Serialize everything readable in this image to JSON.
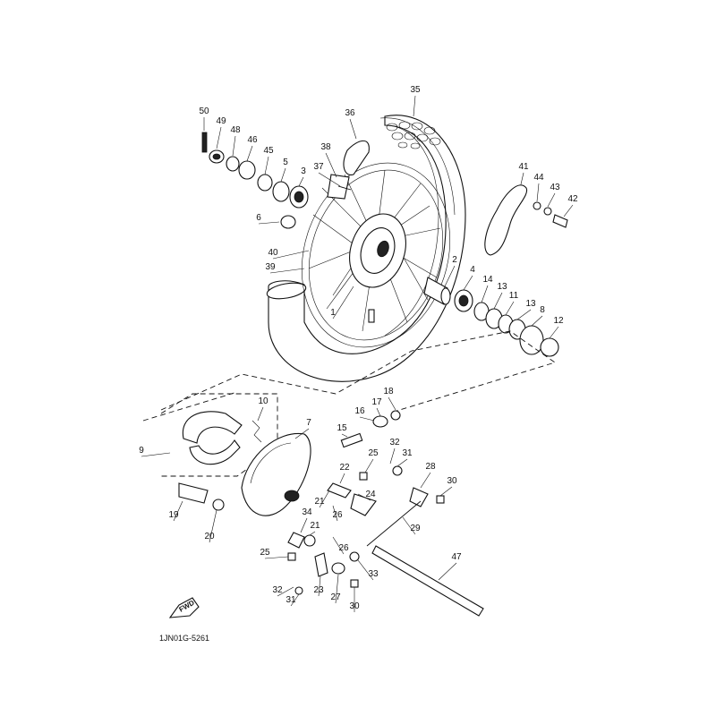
{
  "drawing_code": "1JN01G-5261",
  "fwd_label": "FWD",
  "callouts": [
    {
      "id": "c35",
      "text": "35"
    },
    {
      "id": "c36",
      "text": "36"
    },
    {
      "id": "c50",
      "text": "50"
    },
    {
      "id": "c49",
      "text": "49"
    },
    {
      "id": "c48",
      "text": "48"
    },
    {
      "id": "c46",
      "text": "46"
    },
    {
      "id": "c45",
      "text": "45"
    },
    {
      "id": "c5",
      "text": "5"
    },
    {
      "id": "c3",
      "text": "3"
    },
    {
      "id": "c38",
      "text": "38"
    },
    {
      "id": "c37",
      "text": "37"
    },
    {
      "id": "c6",
      "text": "6"
    },
    {
      "id": "c40",
      "text": "40"
    },
    {
      "id": "c39",
      "text": "39"
    },
    {
      "id": "c1",
      "text": "1"
    },
    {
      "id": "c2",
      "text": "2"
    },
    {
      "id": "c41",
      "text": "41"
    },
    {
      "id": "c44",
      "text": "44"
    },
    {
      "id": "c43",
      "text": "43"
    },
    {
      "id": "c42",
      "text": "42"
    },
    {
      "id": "c4",
      "text": "4"
    },
    {
      "id": "c14",
      "text": "14"
    },
    {
      "id": "c13a",
      "text": "13"
    },
    {
      "id": "c11",
      "text": "11"
    },
    {
      "id": "c13b",
      "text": "13"
    },
    {
      "id": "c8",
      "text": "8"
    },
    {
      "id": "c12",
      "text": "12"
    },
    {
      "id": "c18",
      "text": "18"
    },
    {
      "id": "c16",
      "text": "16"
    },
    {
      "id": "c17",
      "text": "17"
    },
    {
      "id": "c10",
      "text": "10"
    },
    {
      "id": "c7",
      "text": "7"
    },
    {
      "id": "c15",
      "text": "15"
    },
    {
      "id": "c9",
      "text": "9"
    },
    {
      "id": "c32a",
      "text": "32"
    },
    {
      "id": "c31a",
      "text": "31"
    },
    {
      "id": "c25a",
      "text": "25"
    },
    {
      "id": "c28",
      "text": "28"
    },
    {
      "id": "c30a",
      "text": "30"
    },
    {
      "id": "c22",
      "text": "22"
    },
    {
      "id": "c21a",
      "text": "21"
    },
    {
      "id": "c24",
      "text": "24"
    },
    {
      "id": "c26a",
      "text": "26"
    },
    {
      "id": "c34",
      "text": "34"
    },
    {
      "id": "c19",
      "text": "19"
    },
    {
      "id": "c20",
      "text": "20"
    },
    {
      "id": "c29",
      "text": "29"
    },
    {
      "id": "c21b",
      "text": "21"
    },
    {
      "id": "c26b",
      "text": "26"
    },
    {
      "id": "c25b",
      "text": "25"
    },
    {
      "id": "c47",
      "text": "47"
    },
    {
      "id": "c33",
      "text": "33"
    },
    {
      "id": "c32b",
      "text": "32"
    },
    {
      "id": "c23",
      "text": "23"
    },
    {
      "id": "c27",
      "text": "27"
    },
    {
      "id": "c31b",
      "text": "31"
    },
    {
      "id": "c30b",
      "text": "30"
    }
  ]
}
